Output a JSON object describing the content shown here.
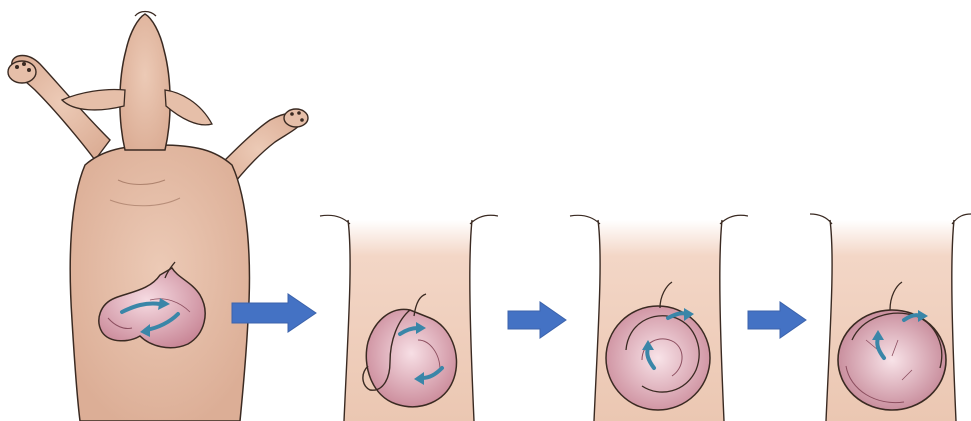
{
  "diagram": {
    "steps": [
      {
        "id": "normal-stomach",
        "view": "whole-dog-ventral"
      },
      {
        "id": "early-rotation",
        "view": "abdomen-close-up"
      },
      {
        "id": "partial-volvulus",
        "view": "abdomen-close-up"
      },
      {
        "id": "complete-volvulus",
        "view": "abdomen-close-up"
      }
    ],
    "colors": {
      "skin": "#e9c4ae",
      "skin_shadow": "#d9a98f",
      "outline": "#3a2a22",
      "stomach": "#e7b7c2",
      "stomach_shadow": "#c98797",
      "rotation_arrow": "#3a86a8",
      "step_arrow": "#4472c4"
    },
    "icons": [
      "right-arrow-icon",
      "rotation-arrow-icon"
    ]
  }
}
